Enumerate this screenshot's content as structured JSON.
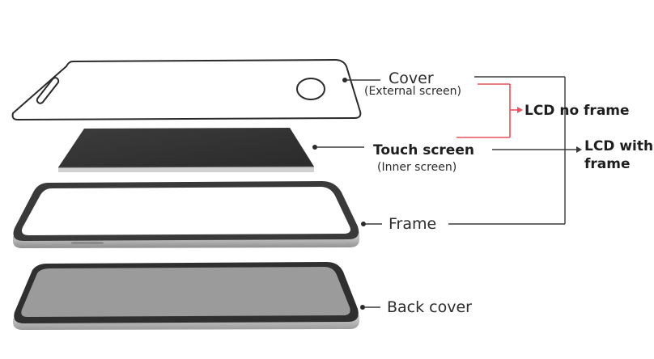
{
  "layers": [
    {
      "id": "cover",
      "label": "Cover",
      "sublabel": "(External screen)"
    },
    {
      "id": "touch",
      "label": "Touch screen",
      "sublabel": "(Inner screen)"
    },
    {
      "id": "frame",
      "label": "Frame"
    },
    {
      "id": "back",
      "label": "Back cover"
    }
  ],
  "groups": {
    "lcd_no_frame": {
      "label": "LCD no frame",
      "color": "#e8505b"
    },
    "lcd_with_frame": {
      "label_line1": "LCD with",
      "label_line2": "frame"
    }
  }
}
